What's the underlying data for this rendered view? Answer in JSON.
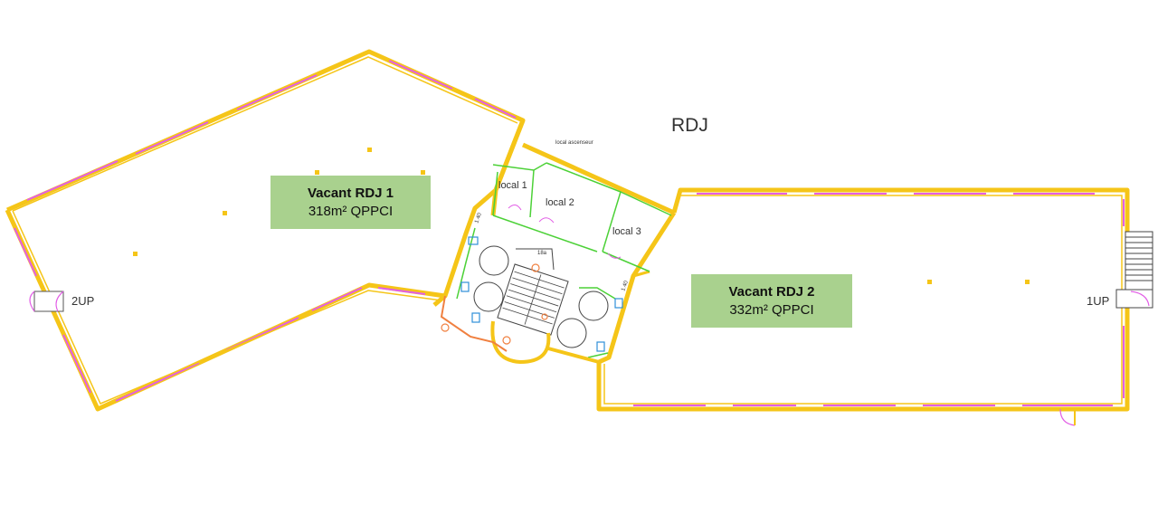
{
  "plan": {
    "level_title": "RDJ",
    "small_note": "local ascenseur",
    "rooms": {
      "local_1": "local 1",
      "local_2": "local 2",
      "local_3": "local 3"
    },
    "stair_tags": {
      "left": "2UP",
      "right": "1UP"
    },
    "stair_code": "18a",
    "tiny_marks": [
      "1.40",
      "1.40"
    ]
  },
  "units": [
    {
      "name": "Vacant RDJ 1",
      "area": "318m² QPPCI"
    },
    {
      "name": "Vacant RDJ 2",
      "area": "332m² QPPCI"
    }
  ],
  "colors": {
    "wall": "#f5c518",
    "window": "#e25ee6",
    "partition": "#4cd137",
    "label_fill": "#a9d18e",
    "fire_equipment": "#f08040",
    "sanitary": "#2f8fd8"
  }
}
